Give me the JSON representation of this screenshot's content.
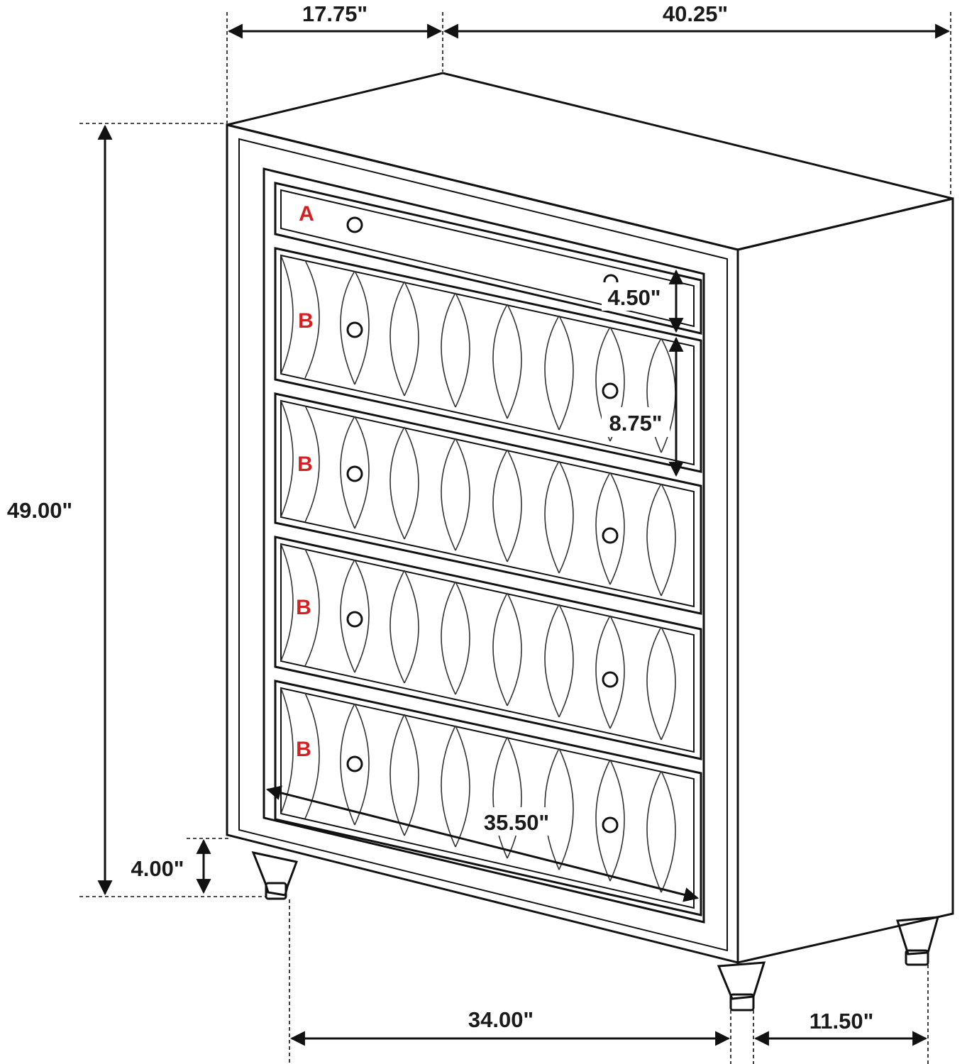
{
  "dimensions": {
    "top_depth": "17.75\"",
    "top_width": "40.25\"",
    "height": "49.00\"",
    "leg_height": "4.00\"",
    "drawer_a_height": "4.50\"",
    "drawer_b_height": "8.75\"",
    "drawer_width": "35.50\"",
    "bottom_width": "34.00\"",
    "bottom_depth": "11.50\""
  },
  "drawer_labels": [
    "A",
    "B",
    "B",
    "B",
    "B"
  ],
  "colors": {
    "line": "#111111",
    "label": "#d42020",
    "background": "#ffffff"
  }
}
